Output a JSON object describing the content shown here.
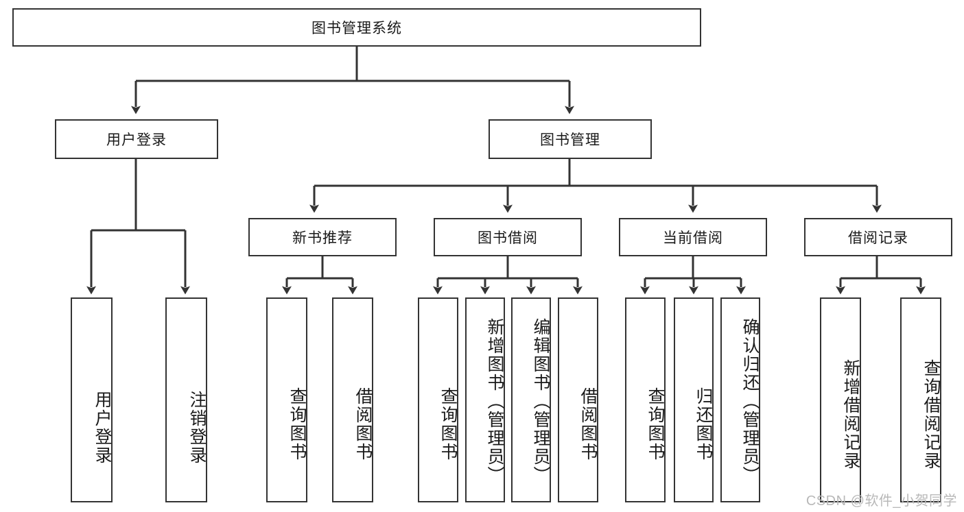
{
  "diagram": {
    "title": "图书管理系统",
    "root": {
      "label": "图书管理系统"
    },
    "level2": [
      {
        "label": "用户登录"
      },
      {
        "label": "图书管理"
      }
    ],
    "level3": [
      {
        "label": "新书推荐"
      },
      {
        "label": "图书借阅"
      },
      {
        "label": "当前借阅"
      },
      {
        "label": "借阅记录"
      }
    ],
    "leaves": {
      "user_login": [
        {
          "label": "用户登录"
        },
        {
          "label": "注销登录"
        }
      ],
      "new_book_recommend": [
        {
          "label": "查询图书"
        },
        {
          "label": "借阅图书"
        }
      ],
      "book_borrow": [
        {
          "label": "查询图书"
        },
        {
          "label": "新增图书（管理员）"
        },
        {
          "label": "编辑图书（管理员）"
        },
        {
          "label": "借阅图书"
        }
      ],
      "current_borrow": [
        {
          "label": "查询图书"
        },
        {
          "label": "归还图书"
        },
        {
          "label": "确认归还（管理员）"
        }
      ],
      "borrow_record": [
        {
          "label": "新增借阅记录"
        },
        {
          "label": "查询借阅记录"
        }
      ]
    },
    "watermark": "CSDN @软件_小贺同学",
    "colors": {
      "stroke": "#333333",
      "fill": "#ffffff",
      "text": "#1a1a1a",
      "watermark": "#b8b8b8"
    }
  }
}
